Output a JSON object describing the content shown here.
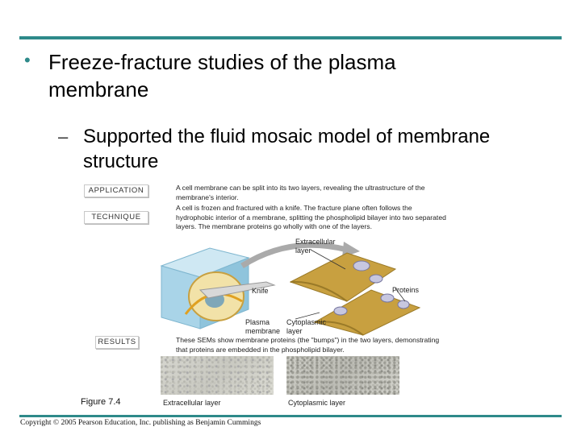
{
  "slide": {
    "bullet": "•",
    "title": "Freeze-fracture studies of the plasma membrane",
    "dash": "–",
    "subtitle": "Supported the fluid mosaic model of membrane structure"
  },
  "figure": {
    "tags": {
      "application": "APPLICATION",
      "technique": "TECHNIQUE",
      "results": "RESULTS"
    },
    "application_text": "A cell membrane can be split into its two layers, revealing the ultrastructure of the membrane's interior.",
    "technique_text": "A cell is frozen and fractured with a knife. The fracture plane often follows the hydrophobic interior of a membrane, splitting the phospholipid bilayer into two separated layers. The membrane proteins go wholly with one of the layers.",
    "labels": {
      "extracellular_layer": "Extracellular layer",
      "knife": "Knife",
      "proteins": "Proteins",
      "plasma_membrane": "Plasma membrane",
      "cytoplasmic_layer": "Cytoplasmic layer"
    },
    "results_text": "These SEMs show membrane proteins (the \"bumps\") in the two layers, demonstrating that proteins are embedded in the phospholipid bilayer.",
    "sem_captions": {
      "left": "Extracellular layer",
      "right": "Cytoplasmic layer"
    },
    "figure_number": "Figure 7.4"
  },
  "footer": {
    "copyright": "Copyright © 2005 Pearson Education, Inc. publishing as Benjamin Cummings"
  },
  "colors": {
    "accent_rule": "#2e8a8a",
    "membrane": "#c8a040",
    "cell_box": "#a9d4e8",
    "protein": "#c7c7e0"
  }
}
